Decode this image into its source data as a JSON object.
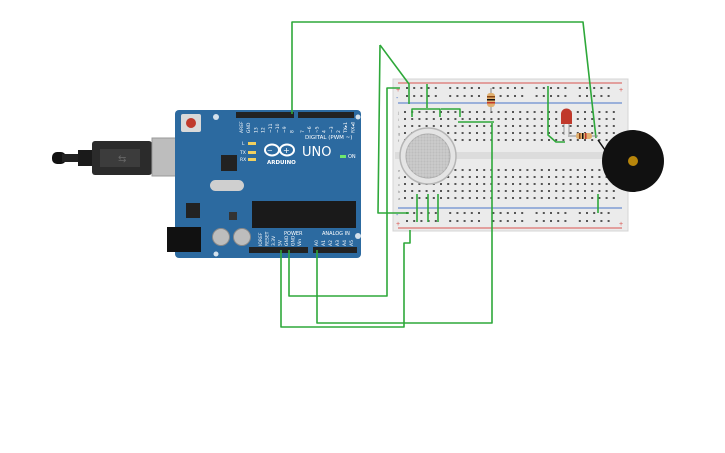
{
  "colors": {
    "background": "#ffffff",
    "wire": "#2ea83a",
    "board": "#2c6aa0",
    "board_dark": "#1f4f7a",
    "breadboard": "#ececec",
    "rail_red": "#d9534f",
    "rail_blue": "#4a76c8",
    "sensor": "#bdbdbd",
    "buzzer": "#111111",
    "buzzer_center": "#b8860b",
    "led": "#c0392b",
    "resistor": "#e0b070"
  },
  "arduino": {
    "model_label": "UNO",
    "brand_label": "ARDUINO",
    "digital_label": "DIGITAL (PWM ~)",
    "power_label": "POWER",
    "analog_label": "ANALOG IN",
    "on_label": "ON",
    "l_label": "L",
    "tx_label": "TX",
    "rx_label": "RX",
    "aref_label": "AREF",
    "gnd_label": "GND",
    "digital_pins": [
      "13",
      "12",
      "~11",
      "~10",
      "~9",
      "8",
      "7",
      "~6",
      "~5",
      "4",
      "~3",
      "2",
      "TX▸1",
      "RX◂0"
    ],
    "power_pins": [
      "IOREF",
      "RESET",
      "3.3V",
      "5V",
      "GND",
      "GND",
      "Vin"
    ],
    "analog_pins": [
      "A0",
      "A1",
      "A2",
      "A3",
      "A4",
      "A5"
    ]
  },
  "breadboard": {
    "row_letters_top": [
      "j",
      "i",
      "h",
      "g",
      "f"
    ],
    "row_letters_bottom": [
      "e",
      "d",
      "c",
      "b",
      "a"
    ],
    "rail_plus": "+",
    "rail_minus": "-"
  },
  "components": {
    "gas_sensor": "gas-sensor-icon",
    "buzzer": "piezo-buzzer-icon",
    "led": "led-icon",
    "resistor": "resistor-icon",
    "usb": "usb-cable-icon"
  }
}
